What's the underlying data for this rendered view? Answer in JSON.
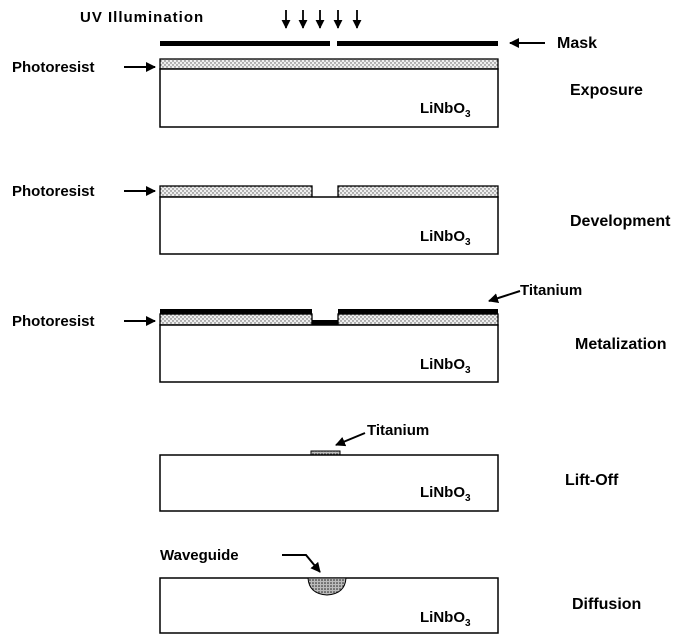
{
  "uv_label": "UV Illumination",
  "mask_label": "Mask",
  "substrate": {
    "base": "LiNbO",
    "subscript": "3"
  },
  "stages": [
    {
      "name": "Exposure",
      "photoresist_label": "Photoresist"
    },
    {
      "name": "Development",
      "photoresist_label": "Photoresist"
    },
    {
      "name": "Metalization",
      "photoresist_label": "Photoresist",
      "metal_label": "Titanium"
    },
    {
      "name": "Lift-Off",
      "metal_label": "Titanium"
    },
    {
      "name": "Diffusion",
      "waveguide_label": "Waveguide"
    }
  ],
  "colors": {
    "ink": "#000000",
    "resist_fill": "#e8e8e8",
    "metal": "#000000",
    "background": "#ffffff"
  },
  "icons": {
    "uv_arrows": "down-arrow-icon",
    "pointer": "right-arrow-icon",
    "mask_pointer": "left-arrow-icon"
  }
}
